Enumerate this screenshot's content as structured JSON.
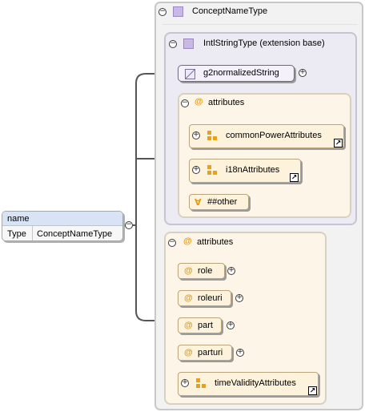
{
  "element": {
    "name_label": "name",
    "type_key": "Type",
    "type_value": "ConceptNameType"
  },
  "complex_type": {
    "name": "ConceptNameType"
  },
  "extension": {
    "name": "IntlStringType (extension base)"
  },
  "base_type": {
    "name": "g2normalizedString"
  },
  "inner_attributes": {
    "heading": "attributes",
    "groups": [
      "commonPowerAttributes",
      "i18nAttributes"
    ],
    "any_attribute": "##other"
  },
  "outer_attributes": {
    "heading": "attributes",
    "items": [
      "role",
      "roleuri",
      "part",
      "parturi"
    ],
    "group": "timeValidityAttributes"
  },
  "icons": {
    "toggle_collapse": "minus-circle",
    "toggle_expand": "plus-circle",
    "type_square": "complex-type-icon",
    "attr_at": "attribute-icon",
    "group_icon": "attribute-group-icon",
    "shortcut": "link-arrow-icon"
  },
  "glyphs": {
    "minus": "−",
    "plus": "+",
    "at": "@",
    "any": "∀",
    "arrow": "↗"
  },
  "colors": {
    "attribute_orange": "#e39b1a",
    "type_lilac": "#c9b8e6",
    "header_blue": "#d8e4f6"
  }
}
